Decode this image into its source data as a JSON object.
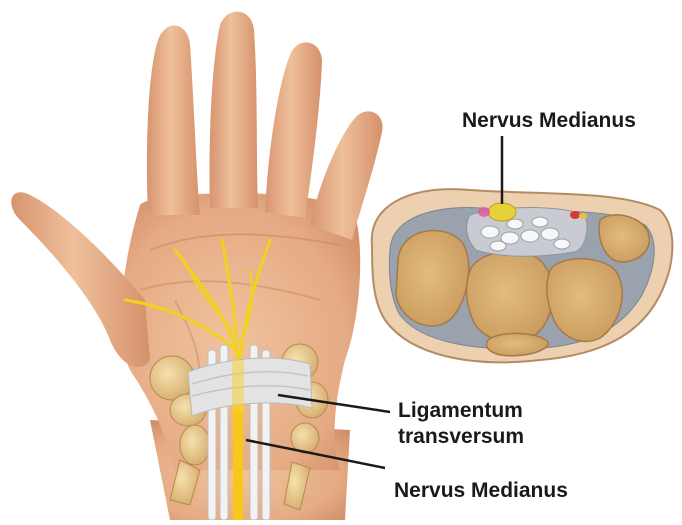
{
  "labels": {
    "nerve_top": "Nervus Medianus",
    "ligament_line1": "Ligamentum",
    "ligament_line2": "transversum",
    "nerve_bottom": "Nervus Medianus"
  },
  "colors": {
    "skin": "#e9b590",
    "skin_shadow": "#d8996f",
    "nerve": "#f2d21c",
    "bone": "#e8c784",
    "ligament": "#dcdcdc",
    "section_rim": "#e7c9a8",
    "tendon": "#f3f3f3"
  }
}
